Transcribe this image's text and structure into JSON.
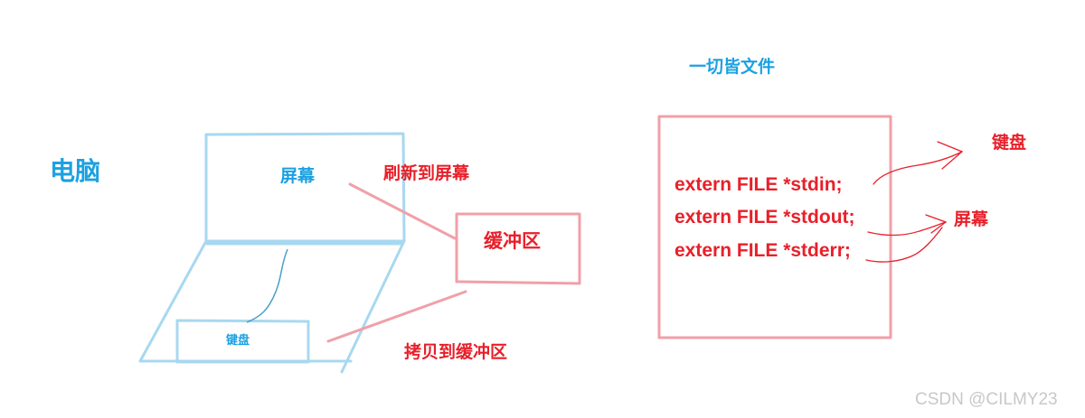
{
  "left_diagram": {
    "computer_label": "电脑",
    "screen_label": "屏幕",
    "keyboard_label": "键盘",
    "refresh_label": "刷新到屏幕",
    "buffer_label": "缓冲区",
    "copy_label": "拷贝到缓冲区"
  },
  "right_diagram": {
    "title": "一切皆文件",
    "code_lines": [
      "extern FILE *stdin;",
      "extern FILE *stdout;",
      "extern FILE *stderr;"
    ],
    "keyboard_label": "键盘",
    "screen_label": "屏幕"
  },
  "watermark": "CSDN @CILMY23",
  "colors": {
    "blue": "#1ba1e2",
    "light_blue_stroke": "#a8d8f0",
    "red": "#e8202a",
    "pink_stroke": "#f0a0a8"
  }
}
